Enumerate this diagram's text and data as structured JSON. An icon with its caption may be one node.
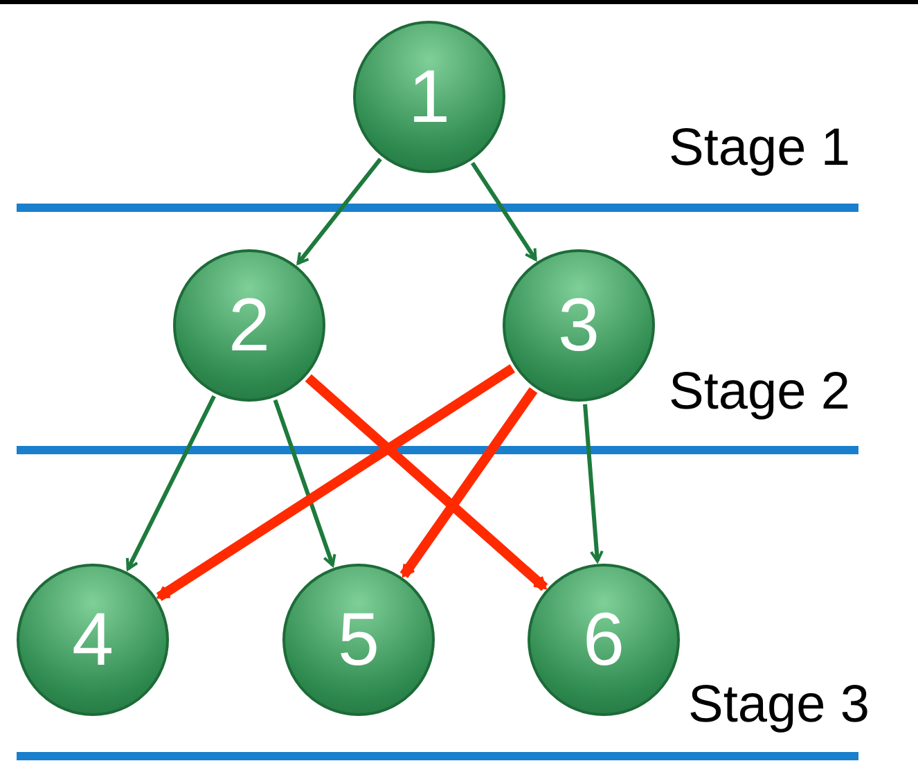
{
  "diagram": {
    "nodes": [
      {
        "text": [
          "1"
        ]
      },
      {
        "text": [
          "2"
        ]
      },
      {
        "text": [
          "3"
        ]
      },
      {
        "text": [
          "4"
        ]
      },
      {
        "text": [
          "5"
        ]
      },
      {
        "text": [
          "6"
        ]
      }
    ],
    "edges": [
      {
        "from": 0,
        "to": 1,
        "arrow": "to"
      },
      {
        "from": 0,
        "to": 2,
        "arrow": "to"
      },
      {
        "from": 1,
        "to": 3,
        "arrow": "to"
      },
      {
        "from": 1,
        "to": 4,
        "arrow": "to"
      },
      {
        "from": 1,
        "to": 5,
        "arrow": "to",
        "style": "thick",
        "color": "#ff2a00"
      },
      {
        "from": 2,
        "to": 3,
        "arrow": "to",
        "style": "thick",
        "color": "#ff2a00"
      },
      {
        "from": 2,
        "to": 4,
        "arrow": "to",
        "style": "thick",
        "color": "#ff2a00"
      },
      {
        "from": 2,
        "to": 5,
        "arrow": "to"
      }
    ],
    "labels": [
      "Stage 1",
      "Stage 2",
      "Stage 3"
    ]
  }
}
